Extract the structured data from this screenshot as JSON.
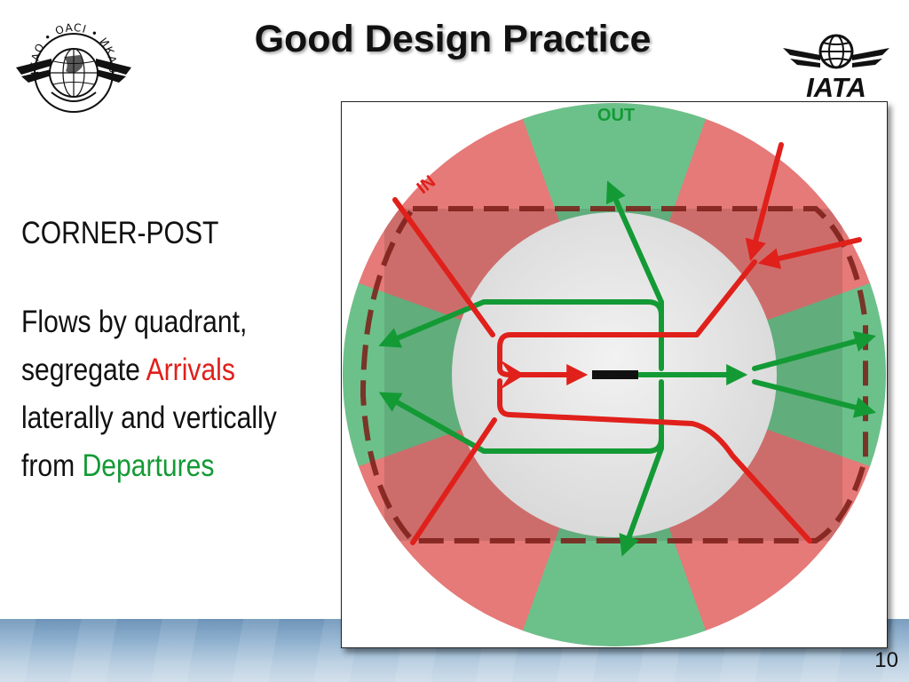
{
  "slide": {
    "title": "Good Design Practice",
    "page_number": "10",
    "heading": "CORNER-POST",
    "body_line1": "Flows by quadrant,",
    "body_line2_pre": "segregate",
    "body_arrivals": "Arrivals",
    "body_line3": "laterally and vertically",
    "body_line4_pre": "from",
    "body_departures": "Departures"
  },
  "logos": {
    "icao_ring_text": "ICAO • OACI • ИКАО",
    "iata_text": "IATA"
  },
  "diagram": {
    "label_out": "OUT",
    "label_in": "IN"
  },
  "colors": {
    "arrivals": "#e0201b",
    "departures": "#139a35",
    "arrival_sector": "#e57a78",
    "departure_sector": "#6cc18b",
    "terminal_area": "#e9e9e9"
  }
}
